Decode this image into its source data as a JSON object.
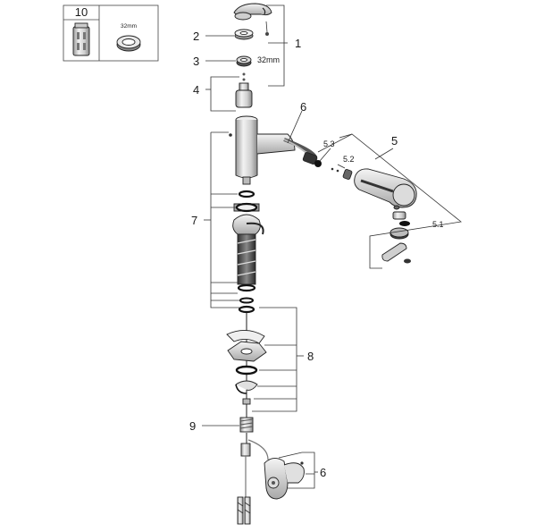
{
  "inset": {
    "header": "10",
    "size_label": "32mm"
  },
  "callouts": {
    "c1": "1",
    "c2": "2",
    "c3": "3",
    "c3_size": "32mm",
    "c4": "4",
    "c5": "5",
    "c51": "5.1",
    "c52": "5.2",
    "c53": "5.3",
    "c6_top": "6",
    "c6_bottom": "6",
    "c7": "7",
    "c8": "8",
    "c9": "9"
  },
  "colors": {
    "line": "#222222",
    "metal_light": "#e6e6e6",
    "metal_mid": "#b8b8b8",
    "metal_dark": "#555555",
    "rubber": "#1a1a1a"
  }
}
